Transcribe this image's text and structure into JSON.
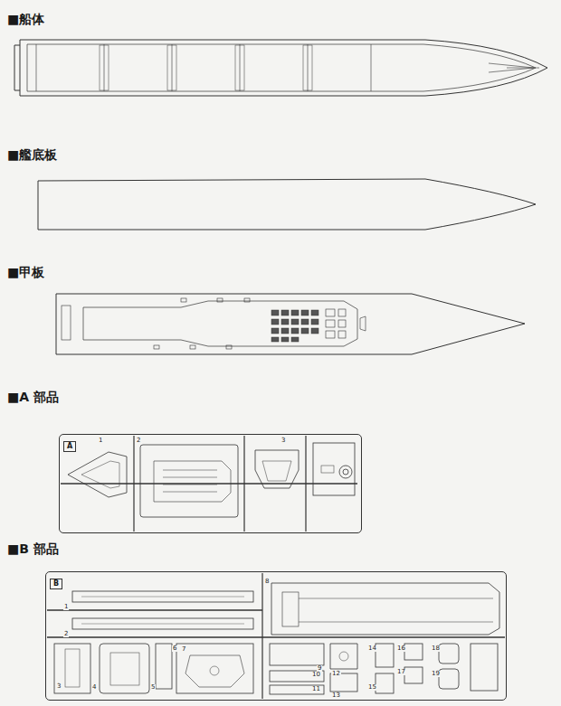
{
  "diagram": {
    "nodes": [
      {
        "text": [
          "A"
        ]
      },
      {
        "text": [
          "B"
        ]
      }
    ],
    "labels": [
      "■船体",
      "■艦底板",
      "■甲板",
      "■A 部品",
      "■B 部品",
      "1",
      "2",
      "3",
      "1",
      "2",
      "3",
      "4",
      "5",
      "6",
      "7",
      "8",
      "9",
      "10",
      "11",
      "12",
      "13",
      "14",
      "15",
      "16",
      "17",
      "18",
      "19"
    ]
  }
}
